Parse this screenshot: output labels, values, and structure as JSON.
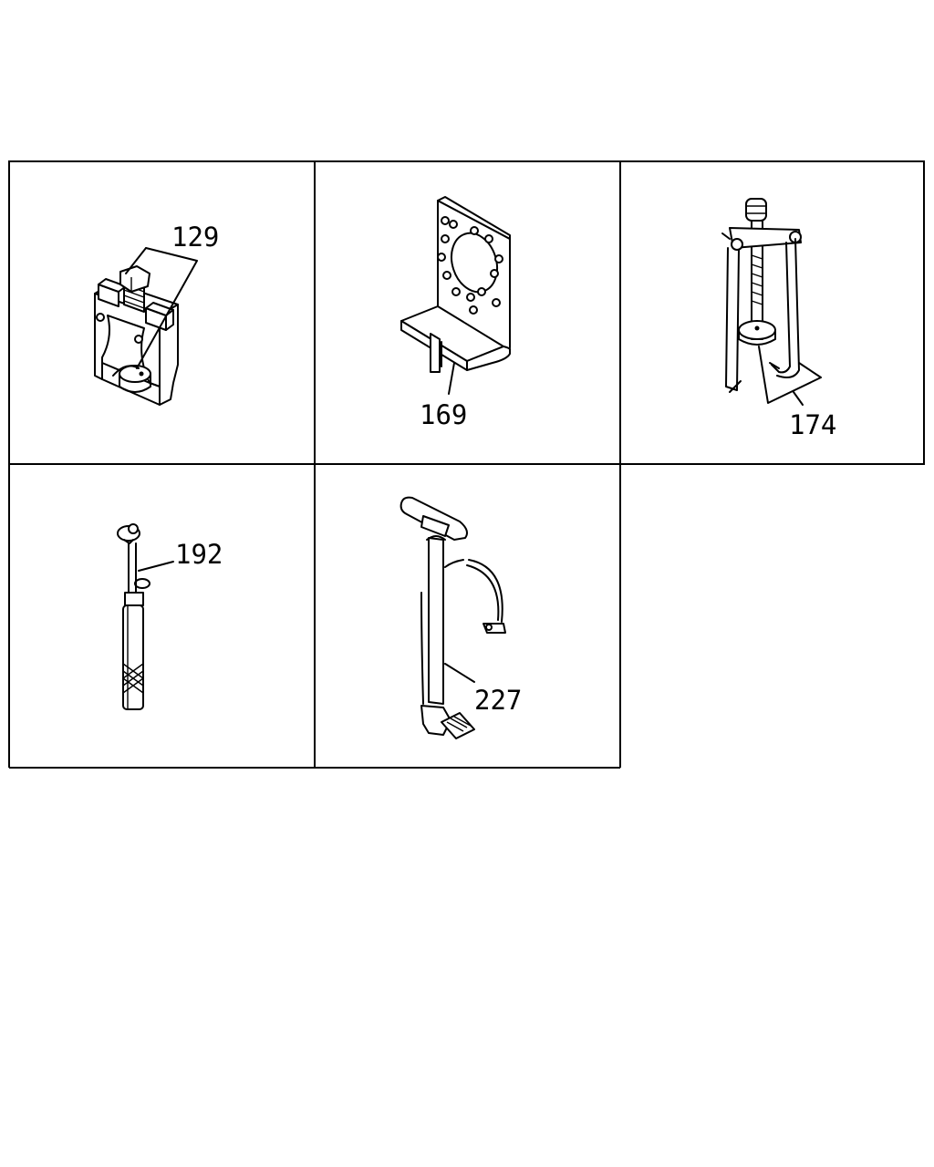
{
  "colors": {
    "line": "#000000",
    "background": "#ffffff"
  },
  "cells": [
    {
      "part_number": "129",
      "icon": "gear-puller-icon"
    },
    {
      "part_number": "169",
      "icon": "mounting-bracket-icon"
    },
    {
      "part_number": "174",
      "icon": "bearing-puller-icon"
    },
    {
      "part_number": "192",
      "icon": "probe-tool-icon"
    },
    {
      "part_number": "227",
      "icon": "floor-pump-icon"
    }
  ]
}
